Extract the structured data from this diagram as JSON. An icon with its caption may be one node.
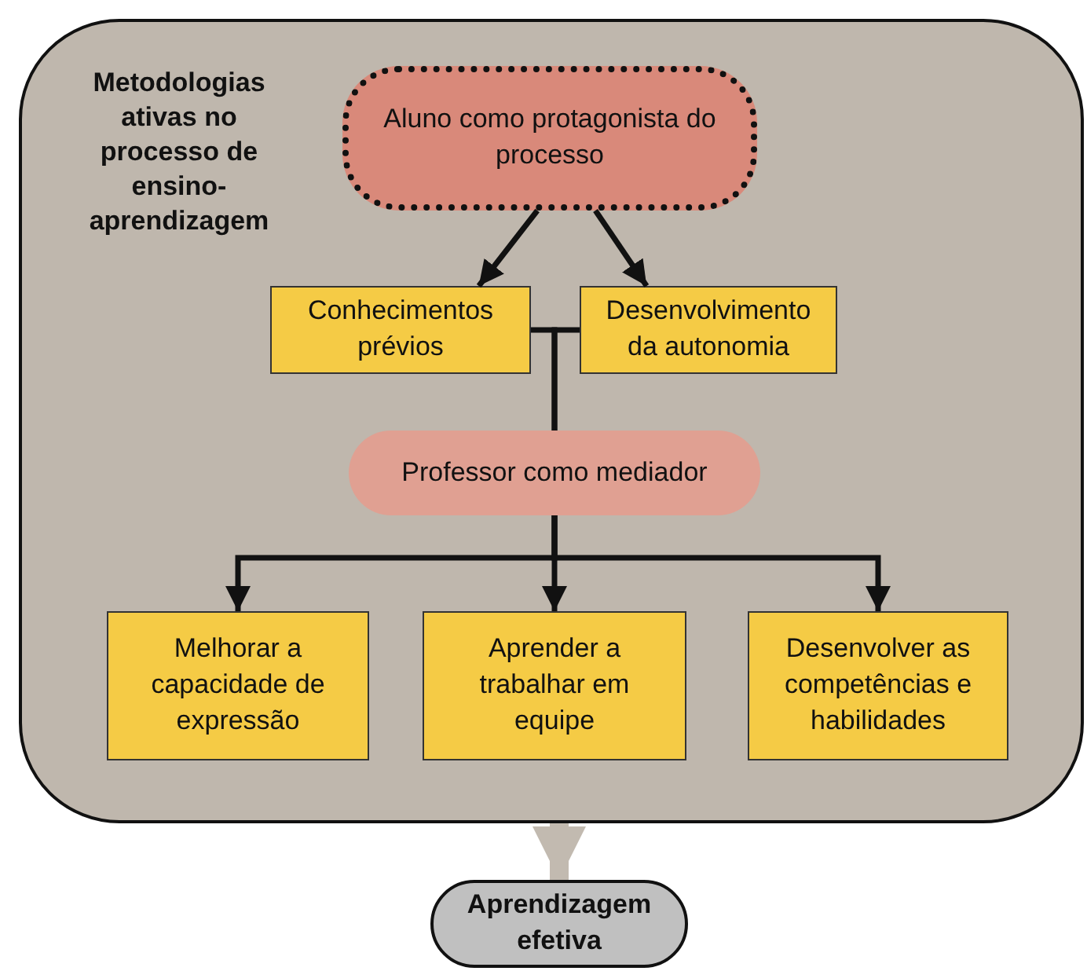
{
  "diagram": {
    "nodes": [
      {
        "text": [
          "Metodologias ativas no processo de ensino-aprendizagem"
        ]
      },
      {
        "text": [
          "Aluno como protagonista do processo"
        ],
        "in": 0
      },
      {
        "text": [
          "Conhecimentos prévios"
        ],
        "in": 0
      },
      {
        "text": [
          "Desenvolvimento da autonomia"
        ],
        "in": 0
      },
      {
        "text": [
          "Professor como mediador"
        ],
        "in": 0
      },
      {
        "text": [
          "Melhorar a capacidade de expressão"
        ],
        "in": 0
      },
      {
        "text": [
          "Aprender a trabalhar em equipe"
        ],
        "in": 0
      },
      {
        "text": [
          "Desenvolver as competências e habilidades"
        ],
        "in": 0
      },
      {
        "text": [
          "Aprendizagem efetiva"
        ]
      }
    ],
    "edges": [
      {
        "from": 1,
        "to": 2,
        "arrow": "to"
      },
      {
        "from": 1,
        "to": 3,
        "arrow": "to"
      },
      {
        "from": 2,
        "to": 4,
        "arrow": "none"
      },
      {
        "from": 3,
        "to": 4,
        "arrow": "none"
      },
      {
        "from": 4,
        "to": 5,
        "arrow": "to"
      },
      {
        "from": 4,
        "to": 6,
        "arrow": "to"
      },
      {
        "from": 4,
        "to": 7,
        "arrow": "to"
      },
      {
        "from": 0,
        "to": 8,
        "arrow": "to",
        "style": "thick",
        "color": "#c2bab0"
      }
    ]
  }
}
